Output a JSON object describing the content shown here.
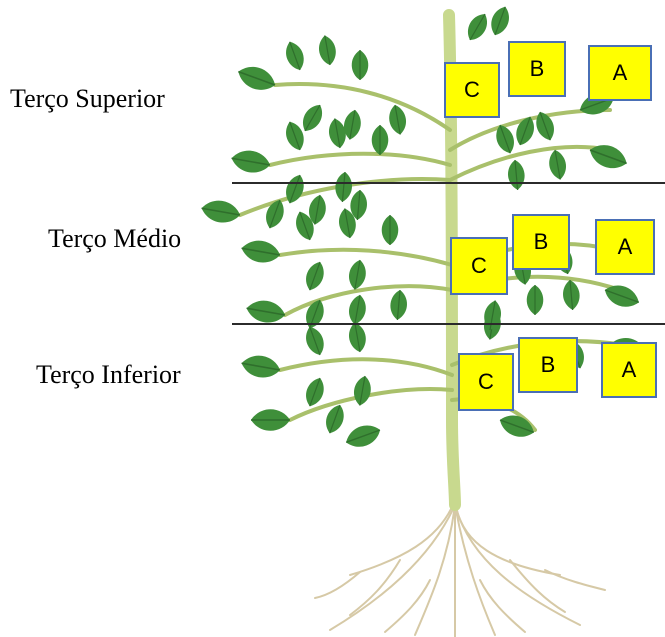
{
  "sections": [
    {
      "label": "Terço Superior",
      "markers": [
        "C",
        "B",
        "A"
      ]
    },
    {
      "label": "Terço Médio",
      "markers": [
        "C",
        "B",
        "A"
      ]
    },
    {
      "label": "Terço Inferior",
      "markers": [
        "C",
        "B",
        "A"
      ]
    }
  ],
  "colors": {
    "marker_fill": "#ffff00",
    "marker_border": "#4a6fb5",
    "leaf": "#3f8f3a",
    "leaf_dark": "#2f6f2c",
    "stem": "#c8d98e",
    "root": "#d6c9a6",
    "divider": "#2b2b2b"
  },
  "icons": [
    "tomato-plant-illustration"
  ]
}
